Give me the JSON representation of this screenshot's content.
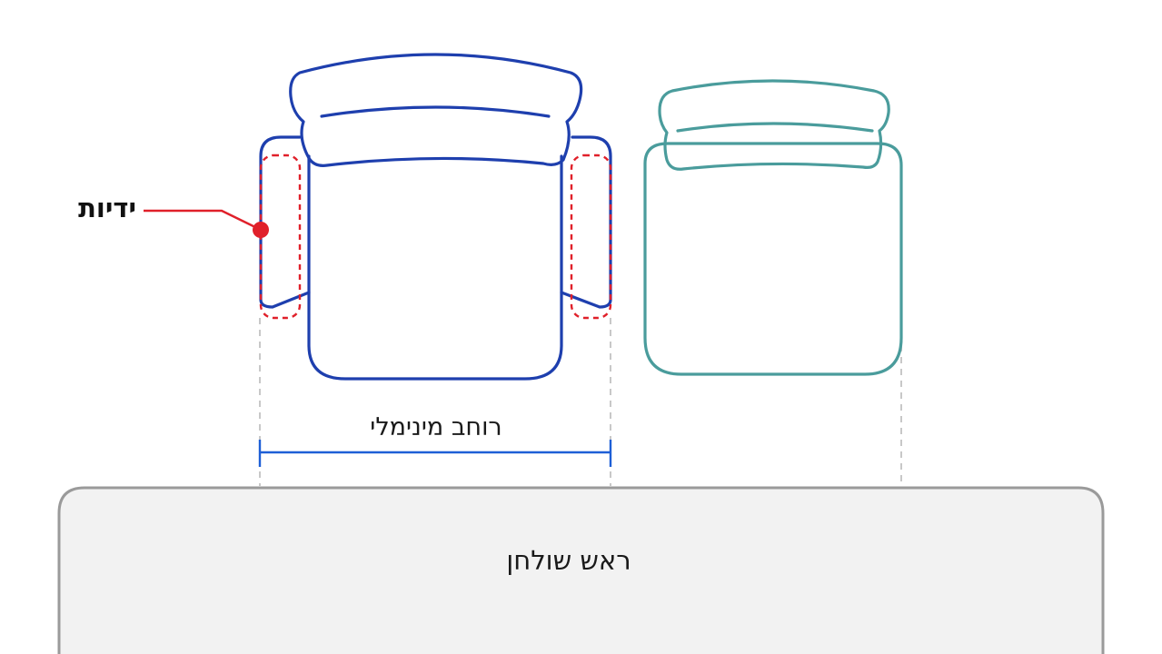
{
  "labels": {
    "handles": "ידיות",
    "min_width": "רוחב מינימלי",
    "table_head": "ראש שולחן"
  },
  "colors": {
    "armchair": "#1e3fae",
    "chair": "#4a9c9c",
    "handles_highlight": "#e0202a",
    "width_line": "#1e5fd6",
    "guide_line": "#c8c8c8",
    "table_fill": "#f2f2f2",
    "table_stroke": "#9a9a9a"
  }
}
